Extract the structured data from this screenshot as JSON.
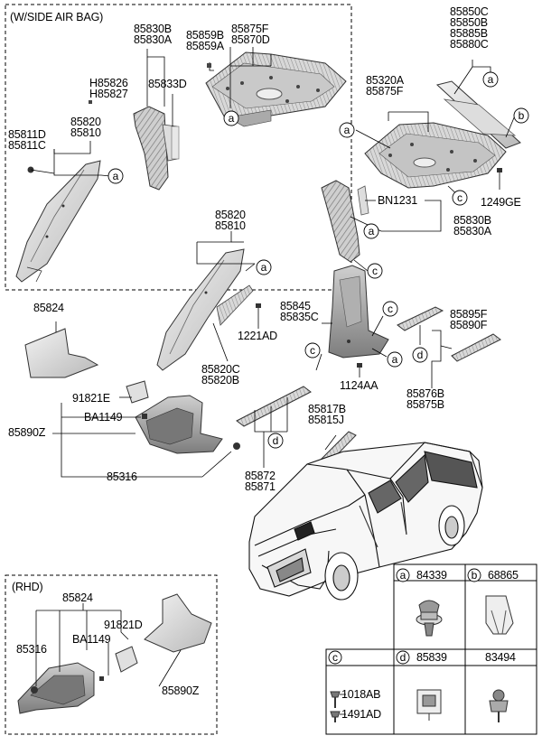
{
  "boxes": {
    "side_air_bag_title": "(W/SIDE AIR BAG)",
    "rhd_title": "(RHD)"
  },
  "labels": {
    "p85830b_85830a_top": [
      "85830B",
      "85830A"
    ],
    "p85859b_85859a": [
      "85859B",
      "85859A"
    ],
    "p85875f_85870d": [
      "85875F",
      "85870D"
    ],
    "p85850c_group": [
      "85850C",
      "85850B",
      "85885B",
      "85880C"
    ],
    "p85833d": "85833D",
    "h85826_h85827": [
      "H85826",
      "H85827"
    ],
    "p85820_85810_top": [
      "85820",
      "85810"
    ],
    "p85811d_85811c": [
      "85811D",
      "85811C"
    ],
    "p85320a_85875f": [
      "85320A",
      "85875F"
    ],
    "p1249ge": "1249GE",
    "bn1231": "BN1231",
    "p85830b_85830a_mid": [
      "85830B",
      "85830A"
    ],
    "p85820_85810_mid": [
      "85820",
      "85810"
    ],
    "p85824_top": "85824",
    "p1221ad": "1221AD",
    "p85820c_85820b": [
      "85820C",
      "85820B"
    ],
    "p85845_85835c": [
      "85845",
      "85835C"
    ],
    "p85895f_85890f": [
      "85895F",
      "85890F"
    ],
    "p91821e": "91821E",
    "ba1149_top": "BA1149",
    "p85890z_top": "85890Z",
    "p1124aa": "1124AA",
    "p85876b_85875b": [
      "85876B",
      "85875B"
    ],
    "p85817b_85815j": [
      "85817B",
      "85815J"
    ],
    "p85316_top": "85316",
    "p85872_85871": [
      "85872",
      "85871"
    ],
    "p85824_rhd": "85824",
    "p91821d": "91821D",
    "p85316_rhd": "85316",
    "ba1149_rhd": "BA1149",
    "p85890z_rhd": "85890Z"
  },
  "callouts": [
    "a",
    "b",
    "c",
    "d"
  ],
  "legend": {
    "a": {
      "letter": "a",
      "part": "84339"
    },
    "b": {
      "letter": "b",
      "part": "68865"
    },
    "c": {
      "letter": "c",
      "parts": [
        "1018AB",
        "1491AD"
      ]
    },
    "d": {
      "letter": "d",
      "part": "85839"
    },
    "e": {
      "part": "83494"
    }
  }
}
